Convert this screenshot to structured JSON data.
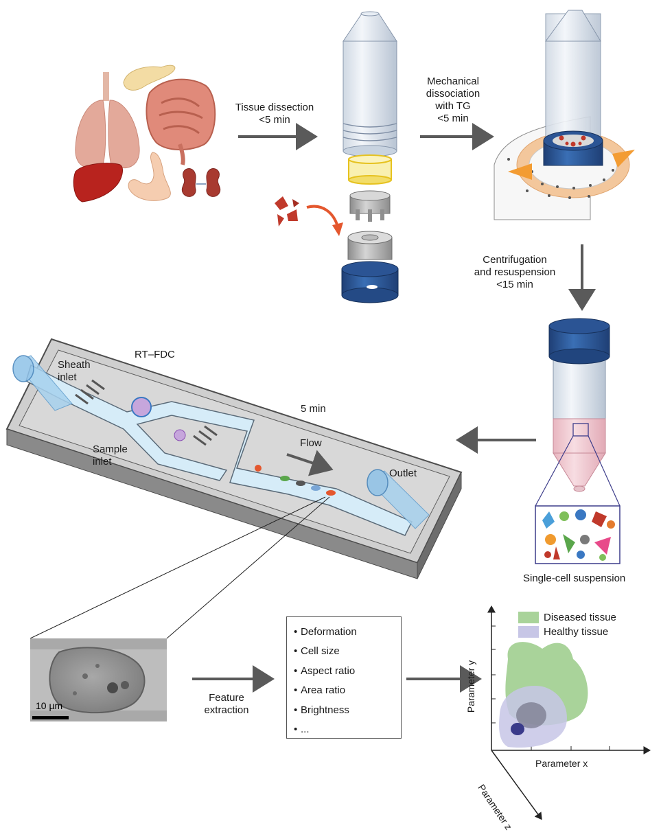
{
  "arrows": {
    "dissection": {
      "line1": "Tissue dissection",
      "line2": "<5 min"
    },
    "mechanical": {
      "line1": "Mechanical",
      "line2": "dissociation",
      "line3": "with TG",
      "line4": "<5 min"
    },
    "centrifugation": {
      "line1": "Centrifugation",
      "line2": "and resuspension",
      "line3": "<15 min"
    },
    "feature": {
      "line1": "Feature",
      "line2": "extraction"
    }
  },
  "chip": {
    "title": "RT–FDC",
    "sheath": {
      "line1": "Sheath",
      "line2": "inlet"
    },
    "sample": {
      "line1": "Sample",
      "line2": "inlet"
    },
    "time": "5 min",
    "flow": "Flow",
    "outlet": "Outlet"
  },
  "suspension_label": "Single-cell suspension",
  "micrograph": {
    "scale_label": "10 µm"
  },
  "features": [
    {
      "bullet": "•",
      "text": "Deformation"
    },
    {
      "bullet": "•",
      "text": "Cell size"
    },
    {
      "bullet": "•",
      "text": "Aspect ratio"
    },
    {
      "bullet": "•",
      "text": "Area ratio"
    },
    {
      "bullet": "•",
      "text": "Brightness"
    },
    {
      "bullet": "•",
      "text": "..."
    }
  ],
  "plot": {
    "legend": [
      {
        "name": "Diseased tissue",
        "color": "#a9d39a"
      },
      {
        "name": "Healthy tissue",
        "color": "#c7c6e6"
      }
    ],
    "xlabel": "Parameter x",
    "ylabel": "Parameter y",
    "zlabel": "Parameter z"
  },
  "colors": {
    "arrow": "#5a5a5a",
    "tube_blue": "#2f5c9c",
    "chip_gray": "#c9c9c9",
    "chip_dark": "#6b6b6b",
    "channel_blue": "#cfe6f3",
    "liquid_pink": "#f2c8cf",
    "organ_red": "#c0392b"
  }
}
